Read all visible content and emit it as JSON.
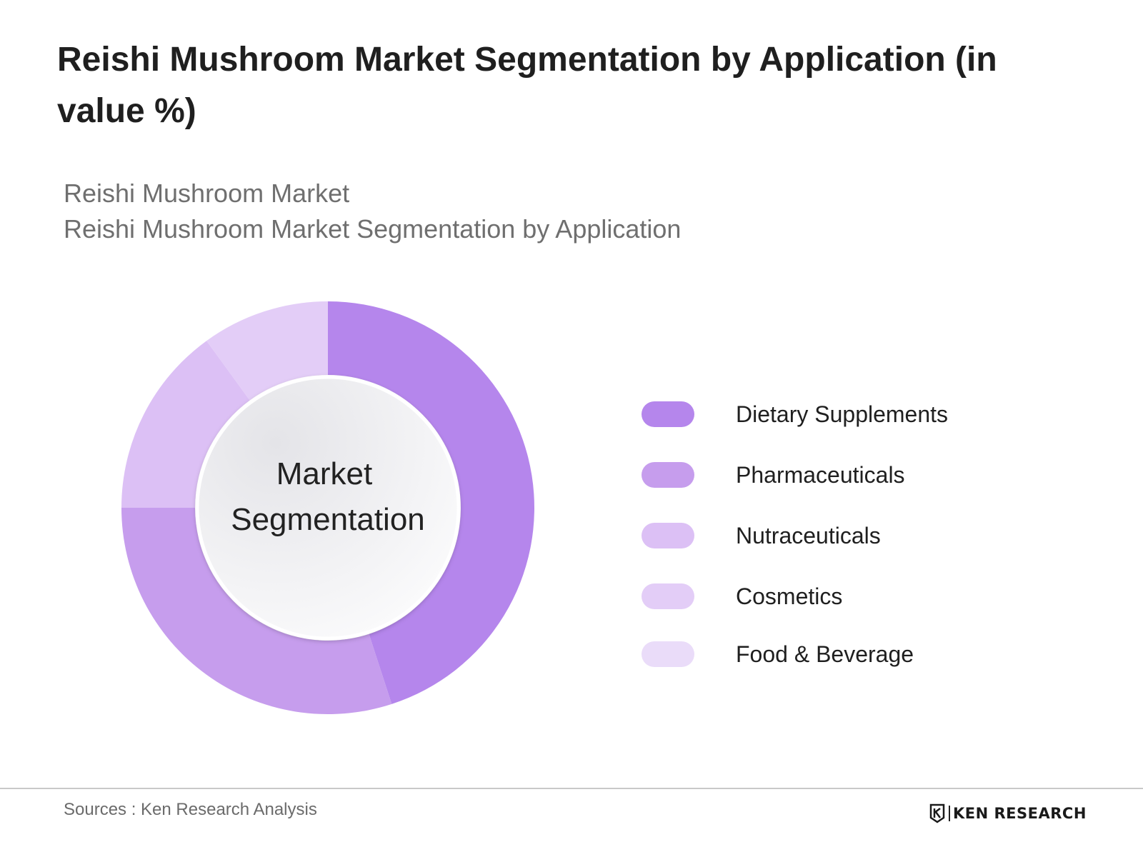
{
  "header": {
    "title": "Reishi Mushroom Market Segmentation by Application (in value %)",
    "subtitle_1": "Reishi Mushroom Market",
    "subtitle_2": "Reishi Mushroom Market Segmentation by Application"
  },
  "center_label": {
    "line_1": "Market",
    "line_2": "Segmentation"
  },
  "chart_data": {
    "type": "pie",
    "categories": [
      "Dietary Supplements",
      "Pharmaceuticals",
      "Nutraceuticals",
      "Cosmetics",
      "Food & Beverage"
    ],
    "values": [
      45,
      30,
      15,
      10
    ],
    "colors": [
      "#b586ec",
      "#c69ded",
      "#dcc0f5",
      "#e3cdf7",
      "#eadcf9"
    ],
    "donut": true,
    "legend_position": "right"
  },
  "footer": {
    "sources": "Sources : Ken Research Analysis",
    "logo_text": "KEN RESEARCH"
  }
}
